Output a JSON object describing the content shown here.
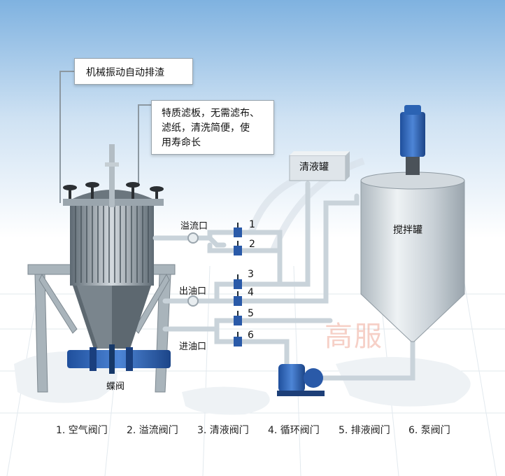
{
  "callouts": {
    "auto_slag": "机械振动自动排渣",
    "filter_plate": "特质滤板，无需滤布、\n滤纸，清洗简便，使\n用寿命长"
  },
  "labels": {
    "overflow_port": "溢流口",
    "oil_outlet": "出油口",
    "oil_inlet": "进油口",
    "butterfly_valve": "蝶阀",
    "clear_tank": "清液罐",
    "mix_tank": "搅拌罐"
  },
  "valve_numbers": [
    "1",
    "2",
    "3",
    "4",
    "5",
    "6"
  ],
  "legend": [
    "1. 空气阀门",
    "2. 溢流阀门",
    "3. 清液阀门",
    "4. 循环阀门",
    "5. 排液阀门",
    "6. 泵阀门"
  ],
  "watermark": "高服",
  "colors": {
    "pipe": "#c9d3da",
    "valve": "#2a5aa8",
    "sky_top": "#7fb2e0",
    "steel": "#b9c3ca",
    "motor": "#2f64b8"
  }
}
